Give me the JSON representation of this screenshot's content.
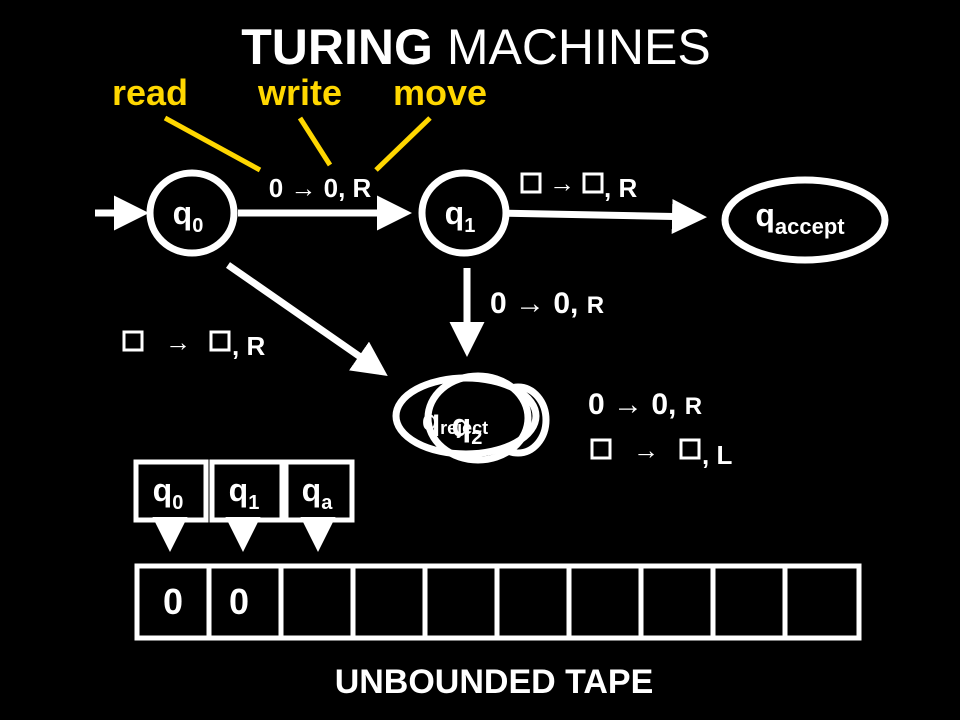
{
  "colors": {
    "background": "#000000",
    "foreground": "#FFFFFF",
    "accent": "#FFD700"
  },
  "title": {
    "bold": "TURING",
    "rest": "MACHINES"
  },
  "callouts": {
    "read": "read",
    "write": "write",
    "move": "move"
  },
  "states": {
    "q0": {
      "main": "q",
      "sub": "0"
    },
    "q1": {
      "main": "q",
      "sub": "1"
    },
    "qaccept": {
      "main": "q",
      "sub": "accept"
    },
    "qreject": {
      "main": "q",
      "sub": "reject"
    },
    "q2": {
      "main": "q",
      "sub": "2"
    }
  },
  "transitions": {
    "q0_q1": {
      "pre": "0 → 0, R"
    },
    "q1_accept": {
      "post": ", R"
    },
    "q1_reject": {
      "pre": "0 → 0, ",
      "dir": "R"
    },
    "q0_reject": {
      "post": ", R"
    },
    "q2_self_1": {
      "pre": "0 → 0, ",
      "dir": "R"
    },
    "q2_self_2": {
      "post": ", L"
    }
  },
  "symbols": {
    "arrow": "→"
  },
  "head_states": [
    {
      "main": "q",
      "sub": "0"
    },
    {
      "main": "q",
      "sub": "1"
    },
    {
      "main": "q",
      "sub": "a"
    }
  ],
  "tape": [
    "0",
    "0",
    "",
    "",
    "",
    "",
    "",
    "",
    "",
    ""
  ],
  "tape_label": "UNBOUNDED TAPE"
}
